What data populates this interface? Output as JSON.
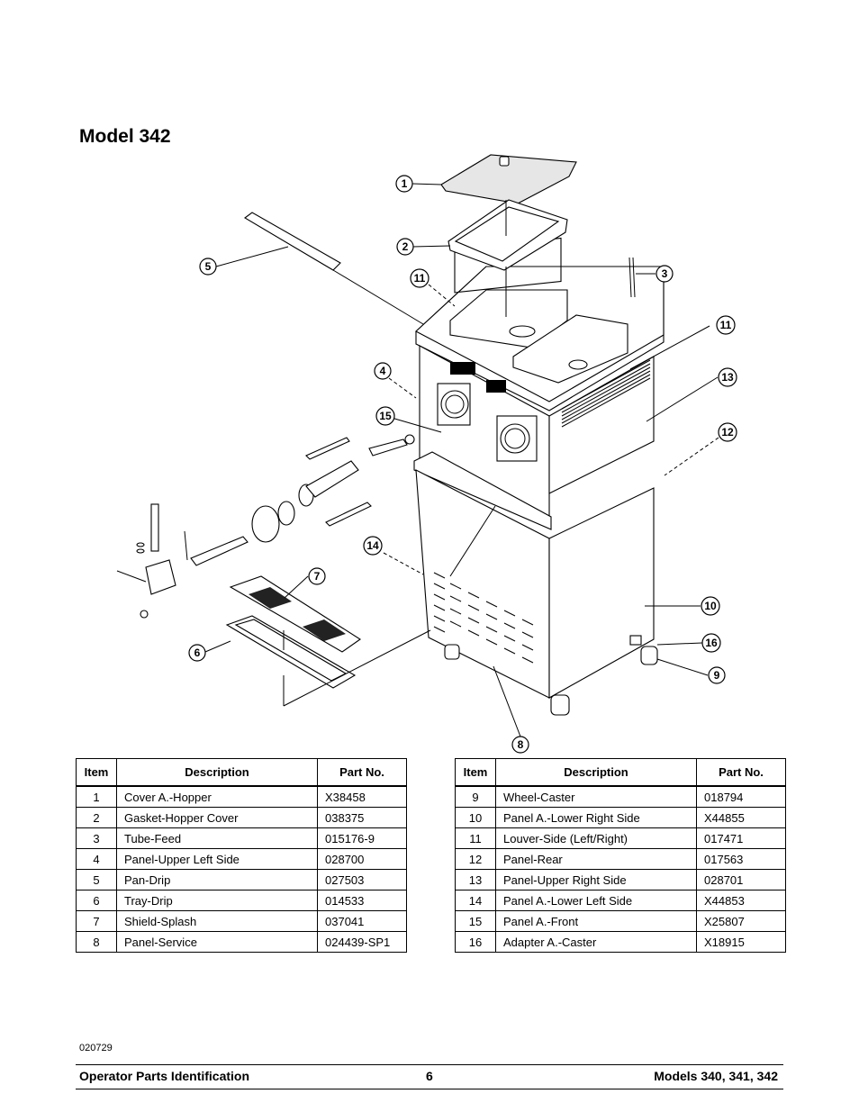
{
  "title": "Model 342",
  "callouts": [
    "1",
    "2",
    "3",
    "4",
    "5",
    "6",
    "7",
    "8",
    "9",
    "10",
    "11",
    "11",
    "12",
    "13",
    "14",
    "15",
    "16"
  ],
  "table_headers": {
    "item": "Item",
    "description": "Description",
    "part_no": "Part No."
  },
  "table_left": [
    {
      "item": "1",
      "description": "Cover A.-Hopper",
      "part_no": "X38458"
    },
    {
      "item": "2",
      "description": "Gasket-Hopper Cover",
      "part_no": "038375"
    },
    {
      "item": "3",
      "description": "Tube-Feed",
      "part_no": "015176-9"
    },
    {
      "item": "4",
      "description": "Panel-Upper Left Side",
      "part_no": "028700"
    },
    {
      "item": "5",
      "description": "Pan-Drip",
      "part_no": "027503"
    },
    {
      "item": "6",
      "description": "Tray-Drip",
      "part_no": "014533"
    },
    {
      "item": "7",
      "description": "Shield-Splash",
      "part_no": "037041"
    },
    {
      "item": "8",
      "description": "Panel-Service",
      "part_no": "024439-SP1"
    }
  ],
  "table_right": [
    {
      "item": "9",
      "description": "Wheel-Caster",
      "part_no": "018794"
    },
    {
      "item": "10",
      "description": "Panel A.-Lower Right Side",
      "part_no": "X44855"
    },
    {
      "item": "11",
      "description": "Louver-Side (Left/Right)",
      "part_no": "017471"
    },
    {
      "item": "12",
      "description": "Panel-Rear",
      "part_no": "017563"
    },
    {
      "item": "13",
      "description": "Panel-Upper Right Side",
      "part_no": "028701"
    },
    {
      "item": "14",
      "description": "Panel A.-Lower Left Side",
      "part_no": "X44853"
    },
    {
      "item": "15",
      "description": "Panel A.-Front",
      "part_no": "X25807"
    },
    {
      "item": "16",
      "description": "Adapter A.-Caster",
      "part_no": "X18915"
    }
  ],
  "doc_code": "020729",
  "footer": {
    "left": "Operator Parts Identification",
    "page": "6",
    "right": "Models 340, 341, 342"
  }
}
